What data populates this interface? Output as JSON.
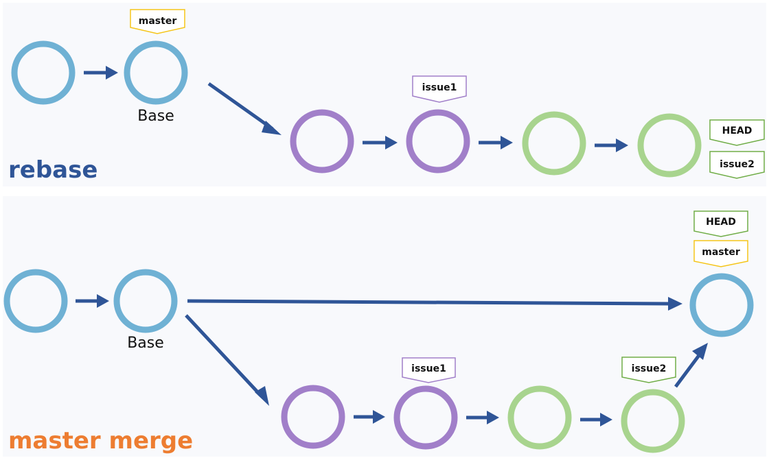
{
  "colors": {
    "base": "#6fb1d4",
    "issue1": "#a17fc9",
    "issue2": "#a8d48e",
    "arrow": "#2f5597",
    "tag_master": "#f5c518",
    "tag_issue1": "#a17fc9",
    "tag_green": "#70ad47",
    "title_rebase": "#2f5597",
    "title_merge": "#ed7d31"
  },
  "rebase": {
    "title": "rebase",
    "base_label": "Base",
    "tags": {
      "master": "master",
      "issue1": "issue1",
      "head": "HEAD",
      "issue2": "issue2"
    }
  },
  "merge": {
    "title": "master merge",
    "base_label": "Base",
    "tags": {
      "head": "HEAD",
      "master": "master",
      "issue1": "issue1",
      "issue2": "issue2"
    }
  }
}
